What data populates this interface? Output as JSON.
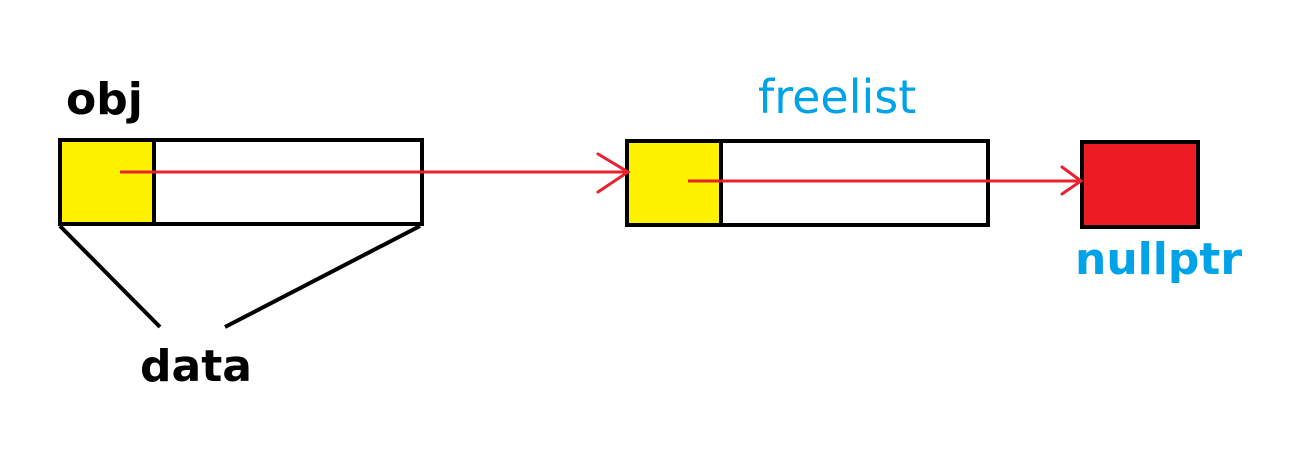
{
  "labels": {
    "obj": "obj",
    "freelist": "freelist",
    "nullptr": "nullptr",
    "data": "data"
  },
  "colors": {
    "pointer_cell": "#fff200",
    "null_block": "#ed1c24",
    "arrow": "#e8212d",
    "label_black": "#000000",
    "label_blue": "#00a2e8",
    "outline": "#000000"
  }
}
